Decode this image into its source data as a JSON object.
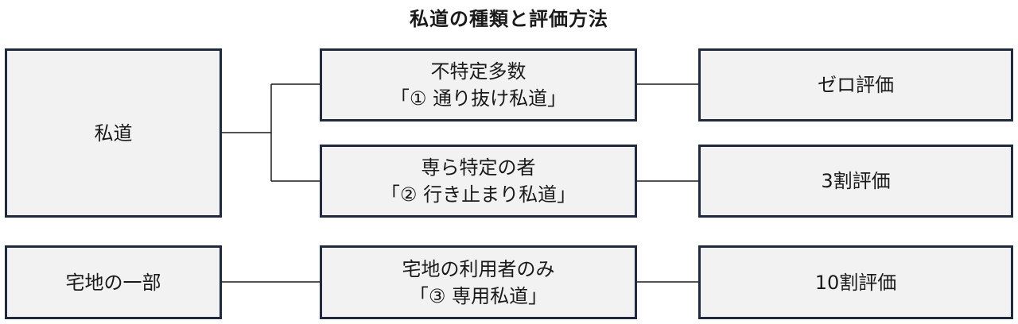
{
  "title": "私道の種類と評価方法",
  "categories": {
    "private_road": "私道",
    "residential_part": "宅地の一部"
  },
  "types": [
    {
      "line1": "不特定多数",
      "line2": "「① 通り抜け私道」",
      "valuation": "ゼロ評価"
    },
    {
      "line1": "専ら特定の者",
      "line2": "「② 行き止まり私道」",
      "valuation": "3割評価"
    },
    {
      "line1": "宅地の利用者のみ",
      "line2": "「③ 専用私道」",
      "valuation": "10割評価"
    }
  ]
}
